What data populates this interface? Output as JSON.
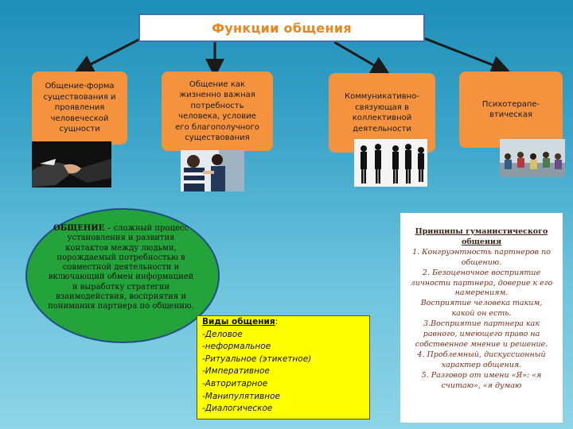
{
  "title": "Функции общения",
  "functions": [
    {
      "lines": [
        "Общение-форма",
        "существования и",
        "проявления",
        "человеческой",
        "сущности"
      ]
    },
    {
      "lines": [
        "Общение как",
        "жизненно важная",
        "потребность",
        "человека, условие",
        "его благополучного",
        "существования"
      ]
    },
    {
      "lines": [
        "Коммуникативно-",
        "связующая  в",
        "коллективной",
        "деятельности"
      ]
    },
    {
      "lines": [
        "Психотерапе-",
        "втическая"
      ]
    }
  ],
  "definition": {
    "term": "ОБЩЕНИЕ",
    "lines": [
      " – сложный процесс",
      "установления и развития",
      "контактов между людьми,",
      "порождаемый потребностью в",
      "совместной деятельности и",
      "включающий обмен информацией",
      "и выработку стратегии",
      "взаимодействия, восприятия и",
      "понимания партнера по общению."
    ]
  },
  "types": {
    "heading": "Виды общения",
    "heading_suffix": ":",
    "items": [
      "-Деловое",
      "-неформальное",
      "-Ритуальное (этикетное)",
      "-Императивное",
      "-Авторитарное",
      "-Манипулятивное",
      "-Диалогическое"
    ]
  },
  "principles": {
    "heading_lines": [
      "Принципы гуманистического",
      "общения"
    ],
    "lines": [
      "1. Конгруэнтность партнеров по",
      "общению.",
      "2. Безоценочное восприятие",
      "личности партнера, доверие к его",
      "намерениям.",
      "Восприятие человека таким,",
      "какой он есть.",
      "3.Восприятие партнера как",
      "равного, имеющего право на",
      "собственное мнение и решение.",
      "4. Проблемный, дискуссионный",
      "характер общения.",
      "5. Разговор от имени «Я»: «я",
      "считаю», «я думаю"
    ]
  },
  "colors": {
    "title_text": "#e8871e",
    "orange_box": "#f5923e",
    "ellipse": "#23a33a",
    "types_box": "#ffff00",
    "arrow": "#1a1a1a"
  }
}
